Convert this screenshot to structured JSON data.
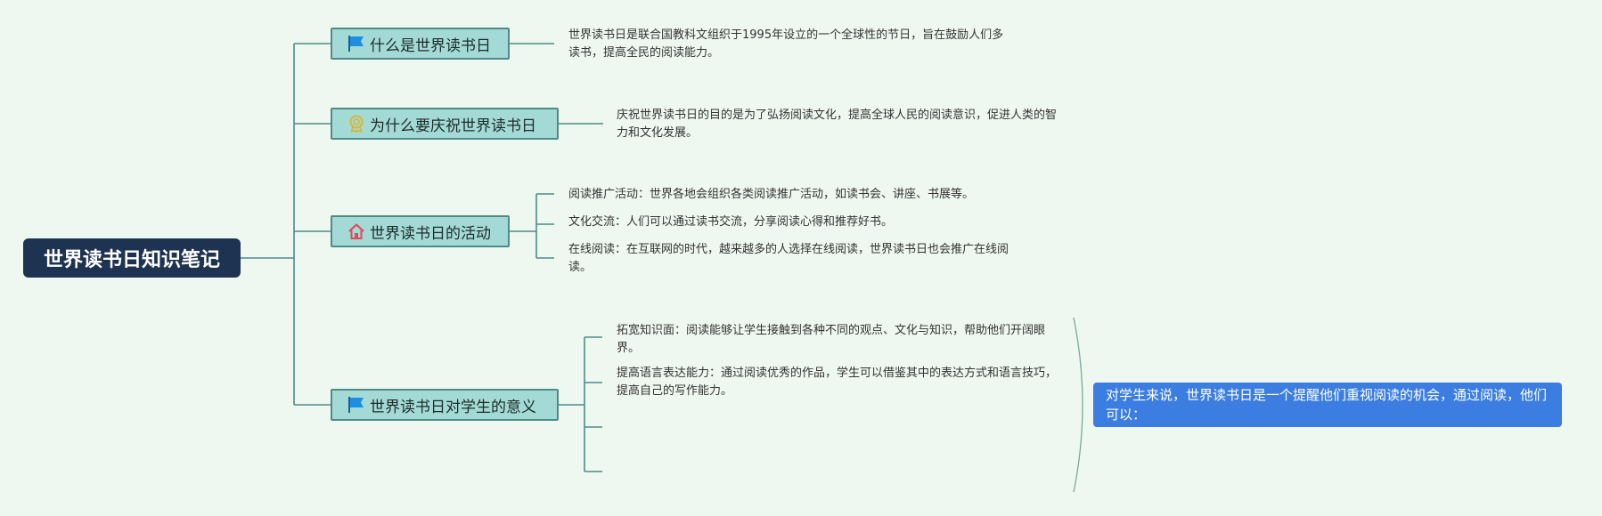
{
  "root": {
    "title": "世界读书日知识笔记"
  },
  "topics": [
    {
      "label": "什么是世界读书日",
      "icon": "blue-flag-icon",
      "subs": [
        "世界读书日是联合国教科文组织于1995年设立的一个全球性的节日，旨在鼓励人们多读书，提高全民的阅读能力。"
      ]
    },
    {
      "label": "为什么要庆祝世界读书日",
      "icon": "award-badge-icon",
      "subs": [
        "庆祝世界读书日的目的是为了弘扬阅读文化，提高全球人民的阅读意识，促进人类的智力和文化发展。"
      ]
    },
    {
      "label": "世界读书日的活动",
      "icon": "home-icon",
      "subs": [
        "阅读推广活动：世界各地会组织各类阅读推广活动，如读书会、讲座、书展等。",
        "文化交流：人们可以通过读书交流，分享阅读心得和推荐好书。",
        "在线阅读：在互联网的时代，越来越多的人选择在线阅读，世界读书日也会推广在线阅读。"
      ]
    },
    {
      "label": "世界读书日对学生的意义",
      "icon": "blue-flag-icon",
      "subs": [
        "拓宽知识面：阅读能够让学生接触到各种不同的观点、文化与知识，帮助他们开阔眼界。",
        "提高语言表达能力：通过阅读优秀的作品，学生可以借鉴其中的表达方式和语言技巧，提高自己的写作能力。",
        "",
        ""
      ]
    }
  ],
  "summary": {
    "text": "对学生来说，世界读书日是一个提醒他们重视阅读的机会，通过阅读，他们可以："
  },
  "colors": {
    "background": "#eef8f1",
    "root_fill": "#1e3352",
    "topic_fill": "#a4dad6",
    "topic_border": "#4e8b86",
    "connector": "#4e8b86",
    "callout_fill": "#3b7de0",
    "flag": "#1e8fe0",
    "home": "#e04a5a",
    "badge": "#d8b632"
  }
}
